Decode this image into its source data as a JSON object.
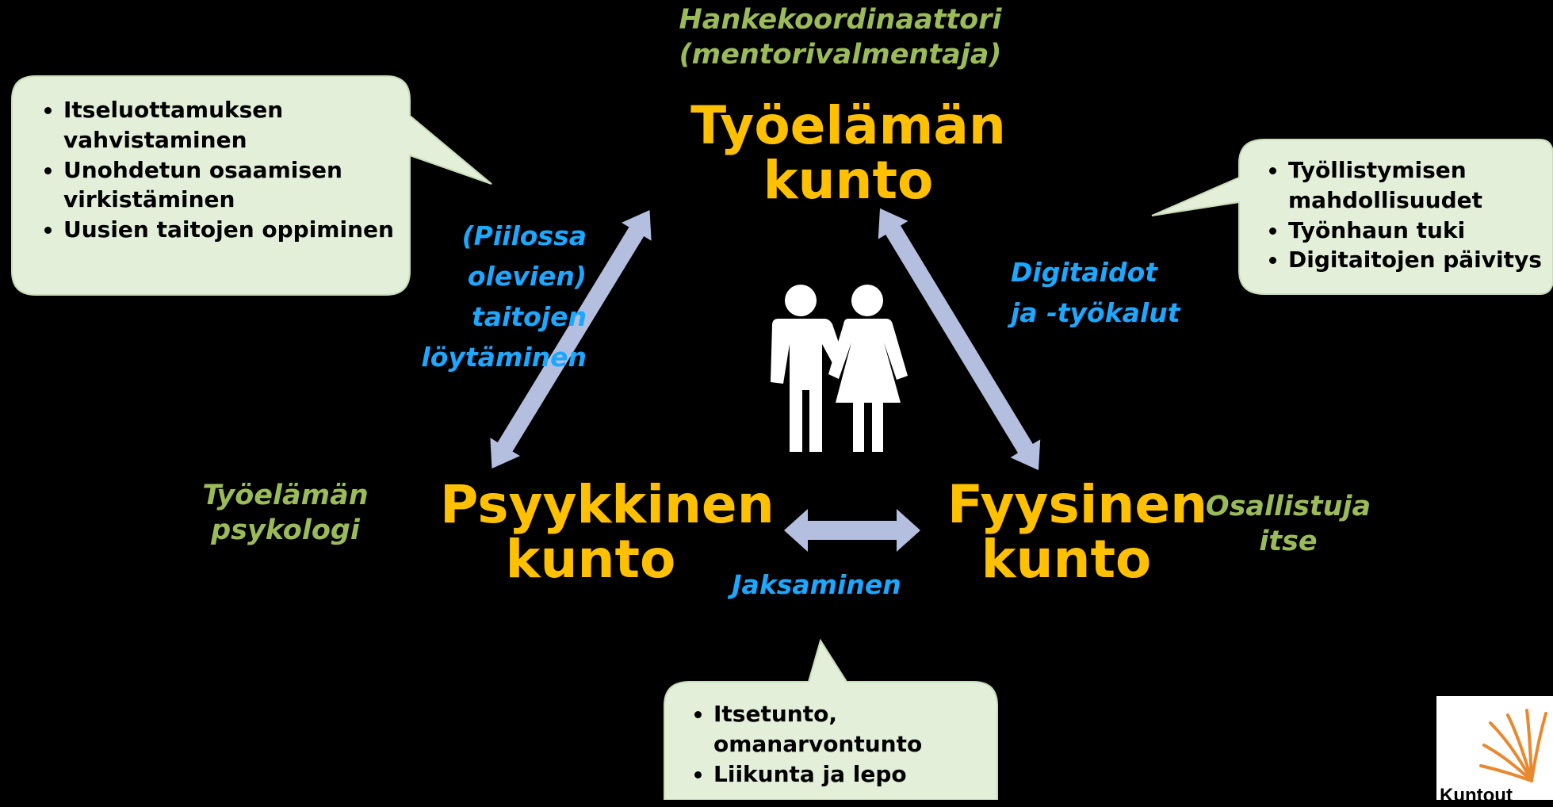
{
  "top": {
    "role": [
      "Hankekoordinaattori",
      "(mentorivalmentaja)"
    ],
    "title": [
      "Työelämän",
      "kunto"
    ]
  },
  "left": {
    "role": [
      "Työelämän",
      "psykologi"
    ],
    "title": [
      "Psyykkinen",
      "kunto"
    ]
  },
  "right": {
    "role": [
      "Osallistuja",
      "itse"
    ],
    "title": [
      "Fyysinen",
      "kunto"
    ]
  },
  "links": {
    "top_left": [
      "(Piilossa",
      "olevien)",
      "taitojen",
      "löytäminen"
    ],
    "top_right": [
      "Digitaidot",
      "ja -työkalut"
    ],
    "bottom": "Jaksaminen"
  },
  "bubbles": {
    "top_left": [
      "Itseluottamuksen vahvistaminen",
      "Unohdetun osaamisen virkistäminen",
      "Uusien taitojen oppiminen"
    ],
    "top_right": [
      "Työllistymisen mahdollisuudet",
      "Työnhaun tuki",
      "Digitaitojen päivitys"
    ],
    "bottom": [
      "Itsetunto, omanarvontunto",
      "Liikunta ja lepo"
    ]
  },
  "colors": {
    "background": "#000000",
    "node_title": "#ffc000",
    "role_text": "#9bbb59",
    "link_text": "#1ea7ff",
    "arrow": "#b4bfe0",
    "bubble_fill": "#e3efd9"
  },
  "icons": [
    "couple-icon",
    "logo-icon"
  ],
  "logo": {
    "text": "Kuntout"
  }
}
